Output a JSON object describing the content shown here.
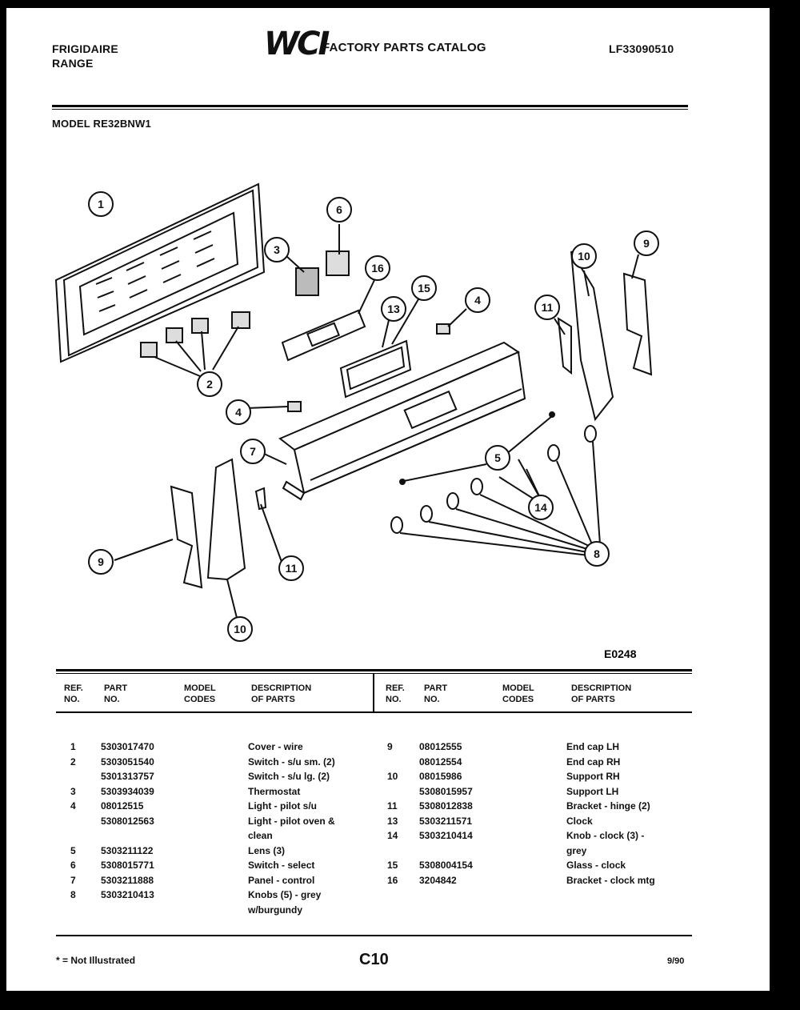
{
  "header": {
    "brand_line1": "FRIGIDAIRE",
    "brand_line2": "RANGE",
    "logo": "WCI",
    "catalog_title": "FACTORY PARTS CATALOG",
    "catalog_number": "LF33090510",
    "model_label": "MODEL RE32BNW1"
  },
  "diagram": {
    "figure_code": "E0248",
    "callouts": [
      "1",
      "2",
      "3",
      "6",
      "16",
      "15",
      "13",
      "4",
      "4",
      "7",
      "5",
      "14",
      "8",
      "9",
      "10",
      "11",
      "11",
      "10",
      "9"
    ]
  },
  "table": {
    "headers": {
      "ref": [
        "REF.",
        "NO."
      ],
      "part": [
        "PART",
        "NO."
      ],
      "model": [
        "MODEL",
        "CODES"
      ],
      "desc": [
        "DESCRIPTION",
        "OF PARTS"
      ]
    },
    "left": {
      "ref": [
        "1",
        "2",
        "",
        "3",
        "4",
        "",
        "",
        "5",
        "6",
        "7",
        "8",
        ""
      ],
      "part": [
        "5303017470",
        "5303051540",
        "5301313757",
        "5303934039",
        "08012515",
        "5308012563",
        "",
        "5303211122",
        "5308015771",
        "5303211888",
        "5303210413",
        ""
      ],
      "desc": [
        "Cover - wire",
        "Switch - s/u sm. (2)",
        "Switch - s/u lg. (2)",
        "Thermostat",
        "Light - pilot s/u",
        "Light - pilot oven &",
        "clean",
        "Lens (3)",
        "Switch - select",
        "Panel - control",
        "Knobs (5) - grey",
        "w/burgundy"
      ]
    },
    "right": {
      "ref": [
        "9",
        "",
        "10",
        "",
        "11",
        "13",
        "14",
        "",
        "15",
        "16"
      ],
      "part": [
        "08012555",
        "08012554",
        "08015986",
        "5308015957",
        "5308012838",
        "5303211571",
        "5303210414",
        "",
        "5308004154",
        "3204842"
      ],
      "desc": [
        "End cap LH",
        "End cap RH",
        "Support RH",
        "Support LH",
        "Bracket - hinge (2)",
        "Clock",
        "Knob - clock (3) -",
        "grey",
        "Glass - clock",
        "Bracket - clock mtg"
      ]
    }
  },
  "footer": {
    "note": "* = Not Illustrated",
    "page": "C10",
    "date": "9/90"
  }
}
